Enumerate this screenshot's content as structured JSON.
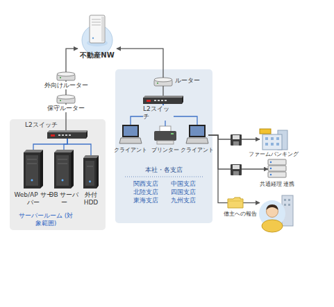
{
  "diagram": {
    "nodes": [
      {
        "text": [
          "不動産NW"
        ]
      },
      {
        "text": [
          "外向けルーター"
        ]
      },
      {
        "text": [
          "保守ルーター"
        ]
      },
      {
        "text": [
          "サーバールーム (対象範囲)"
        ]
      },
      {
        "text": [
          "L2スイッチ"
        ],
        "in": 3
      },
      {
        "text": [
          "Web/AP サーバー"
        ],
        "in": 3
      },
      {
        "text": [
          "DB サーバー"
        ],
        "in": 3
      },
      {
        "text": [
          "外付 HDD"
        ],
        "in": 3
      },
      {
        "text": [
          "本社・各支店",
          "関西支店",
          "中国支店",
          "北陸支店",
          "四国支店",
          "東海支店",
          "九州支店"
        ]
      },
      {
        "text": [
          "ルーター"
        ],
        "in": 8
      },
      {
        "text": [
          "L2スイッチ"
        ],
        "in": 8
      },
      {
        "text": [
          "クライアント"
        ],
        "in": 8
      },
      {
        "text": [
          "プリンター"
        ],
        "in": 8
      },
      {
        "text": [
          "クライアント"
        ],
        "in": 8
      },
      {
        "text": [
          "ファームバンキング"
        ]
      },
      {
        "text": [
          "共通経理 連携"
        ]
      },
      {
        "text": [
          "借主への報告"
        ]
      }
    ],
    "edges": [
      {
        "from": 1,
        "to": 0,
        "arrow": "to"
      },
      {
        "from": 9,
        "to": 0,
        "arrow": "to"
      },
      {
        "from": 1,
        "to": 2,
        "arrow": "none"
      },
      {
        "from": 2,
        "to": 4,
        "arrow": "none"
      },
      {
        "from": 4,
        "to": 5,
        "arrow": "none"
      },
      {
        "from": 4,
        "to": 6,
        "arrow": "none"
      },
      {
        "from": 4,
        "to": 7,
        "arrow": "none"
      },
      {
        "from": 9,
        "to": 10,
        "arrow": "none"
      },
      {
        "from": 10,
        "to": 11,
        "arrow": "none"
      },
      {
        "from": 10,
        "to": 12,
        "arrow": "none"
      },
      {
        "from": 10,
        "to": 13,
        "arrow": "none"
      },
      {
        "from": 13,
        "to": 14,
        "arrow": "to"
      },
      {
        "from": 13,
        "to": 15,
        "arrow": "to"
      },
      {
        "from": 13,
        "to": 16,
        "arrow": "to"
      }
    ]
  }
}
